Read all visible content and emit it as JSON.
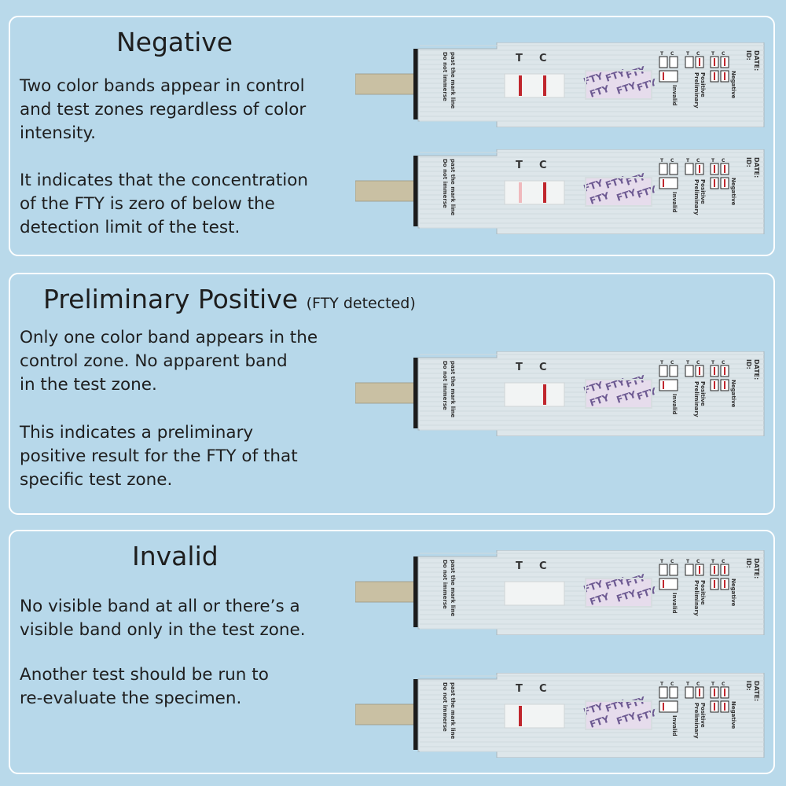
{
  "panels": [
    {
      "title": "Negative",
      "subtitle": "",
      "paragraphs": [
        "Two color bands appear in control\nand test zones regardless of color\nintensity.",
        "It indicates that the concentration\nof the FTY is zero of below the\ndetection limit of the test."
      ],
      "strips": [
        {
          "c_band": true,
          "t_band": "strong"
        },
        {
          "c_band": true,
          "t_band": "faint"
        }
      ]
    },
    {
      "title": "Preliminary Positive",
      "subtitle": "(FTY detected)",
      "paragraphs": [
        "Only one color band appears in the\ncontrol zone. No apparent band\nin the test zone.",
        "This indicates a preliminary\npositive result for the FTY of that\nspecific test zone."
      ],
      "strips": [
        {
          "c_band": true,
          "t_band": "none"
        }
      ]
    },
    {
      "title": "Invalid",
      "subtitle": "",
      "paragraphs": [
        "No visible band at all or there’s a\nvisible band only in the test zone.",
        "Another test should be run to\nre-evaluate the specimen."
      ],
      "strips": [
        {
          "c_band": false,
          "t_band": "none"
        },
        {
          "c_band": false,
          "t_band": "strong"
        }
      ]
    }
  ],
  "strip_labels": {
    "instruction_line1": "Do not immerse",
    "instruction_line2": "past the mark line",
    "t_letter": "T",
    "c_letter": "C",
    "drug_code": "FTY",
    "legend_invalid": "Invalid",
    "legend_positive_line1": "Preliminary",
    "legend_positive_line2": "Positive",
    "legend_negative": "Negative",
    "id_label": "ID:",
    "date_label": "DATE:"
  },
  "colors": {
    "background": "#b9d9ea",
    "band_red": "#c0262d",
    "band_faint": "#f0b9bd",
    "cassette": "#dde6ea",
    "handle": "#1c1c1c"
  }
}
